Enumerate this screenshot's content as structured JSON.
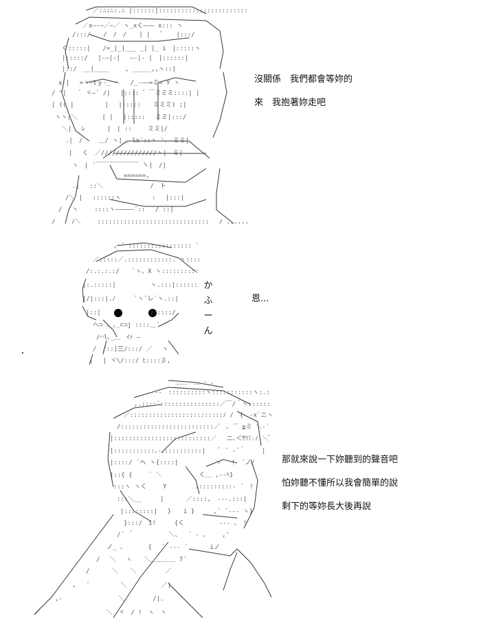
{
  "panels": [
    {
      "id": "panel-1",
      "speech": [
        "沒關係　我們都會等妳的",
        "來　我抱著妳走吧"
      ]
    },
    {
      "id": "panel-2",
      "side_text": [
        "か",
        "ふ",
        "ー",
        "ん"
      ],
      "speech": [
        "恩..."
      ]
    },
    {
      "id": "panel-3",
      "speech": [
        "那就來說一下妳聽到的聲音吧",
        "怕妳聽不懂所以我會簡單的說",
        "剩下的等妳長大後再說"
      ]
    }
  ]
}
